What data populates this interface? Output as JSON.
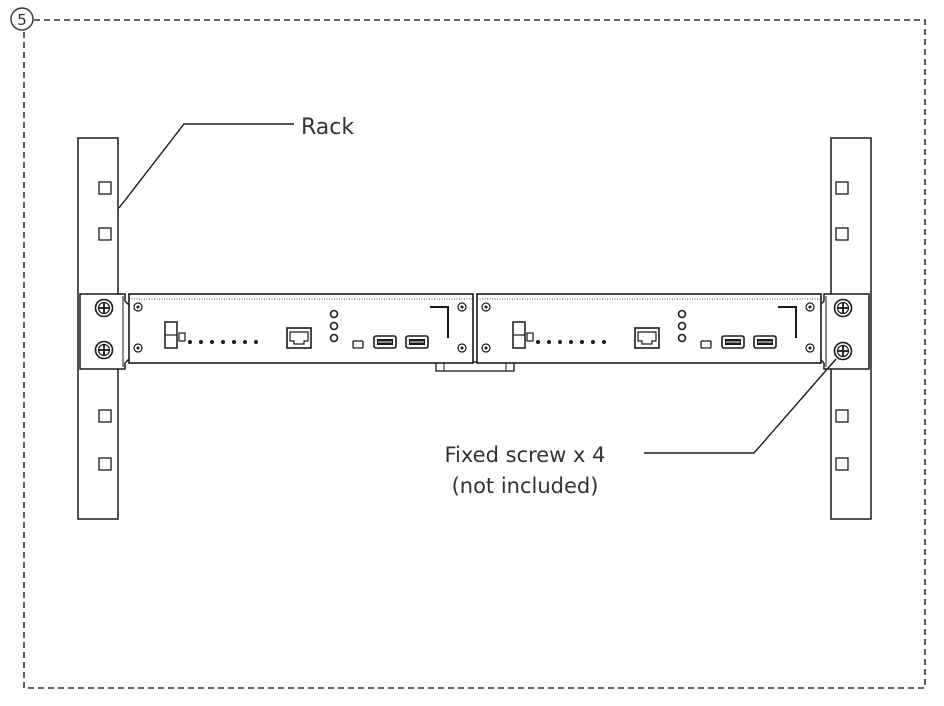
{
  "diagram": {
    "step_number": "5",
    "labels": {
      "rack": "Rack",
      "screw_line1": "Fixed screw x 4",
      "screw_line2": "(not included)"
    },
    "colors": {
      "line": "#1a1a1a",
      "text": "#333333",
      "background": "#ffffff"
    },
    "icons": {
      "screw": "screw-head-icon",
      "led": "led-indicator-icon",
      "ethernet": "ethernet-port-icon",
      "usb": "usb-port-icon",
      "power": "power-switch-icon"
    }
  }
}
